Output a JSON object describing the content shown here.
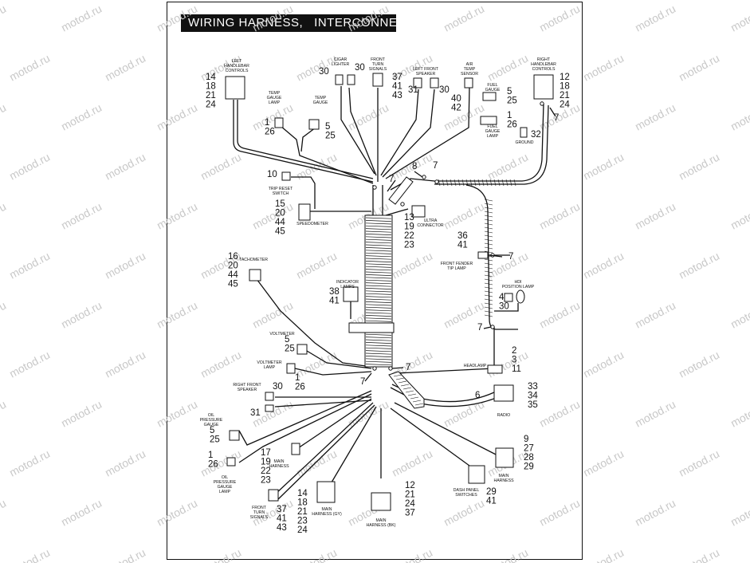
{
  "title": "WIRING HARNESS,   INTERCONNECT",
  "watermark": "motod.ru",
  "callouts": [
    {
      "id": "left-handlebar",
      "caption": [
        "LEFT",
        "HANDLEBAR",
        "CONTROLS"
      ],
      "numbers": [
        "14",
        "18",
        "21",
        "24"
      ]
    },
    {
      "id": "temp-gauge-lamp",
      "caption": [
        "TEMP",
        "GAUGE",
        "LAMP"
      ],
      "numbers": [
        "1",
        "26"
      ]
    },
    {
      "id": "temp-gauge",
      "caption": [
        "TEMP",
        "GAUGE"
      ],
      "numbers": [
        "5",
        "25"
      ]
    },
    {
      "id": "cigar-lighter",
      "caption": [
        "CIGAR",
        "LIGHTER"
      ],
      "numbers": [
        "30"
      ]
    },
    {
      "id": "cigar-lighter-b",
      "caption": [],
      "numbers": [
        "30"
      ]
    },
    {
      "id": "front-turn-signals-top",
      "caption": [
        "FRONT",
        "TURN",
        "SIGNALS"
      ],
      "numbers": [
        "37",
        "41",
        "43"
      ]
    },
    {
      "id": "left-front-speaker",
      "caption": [
        "LEFT FRONT",
        "SPEAKER"
      ],
      "numbers": [
        "31"
      ]
    },
    {
      "id": "left-front-speaker-b",
      "caption": [],
      "numbers": [
        "30"
      ]
    },
    {
      "id": "air-temp-sensor",
      "caption": [
        "AIR",
        "TEMP",
        "SENSOR"
      ],
      "numbers": [
        "40",
        "42"
      ]
    },
    {
      "id": "fuel-gauge",
      "caption": [
        "FUEL",
        "GAUGE"
      ],
      "numbers": [
        "5",
        "25"
      ]
    },
    {
      "id": "fuel-gauge-lamp",
      "caption": [
        "FUEL",
        "GAUGE",
        "LAMP"
      ],
      "numbers": [
        "1",
        "26"
      ]
    },
    {
      "id": "right-handlebar",
      "caption": [
        "RIGHT",
        "HANDLEBAR",
        "CONTROLS"
      ],
      "numbers": [
        "12",
        "18",
        "21",
        "24"
      ]
    },
    {
      "id": "ground",
      "caption": [
        "GROUND"
      ],
      "numbers": [
        "32"
      ]
    },
    {
      "id": "trip-reset",
      "caption": [
        "TRIP RESET",
        "SWITCH"
      ],
      "numbers": [
        "10"
      ]
    },
    {
      "id": "speedometer",
      "caption": [
        "SPEEDOMETER"
      ],
      "numbers": [
        "15",
        "20",
        "44",
        "45"
      ]
    },
    {
      "id": "ultra-connector",
      "caption": [
        "ULTRA",
        "CONNECTOR"
      ],
      "numbers": [
        "13",
        "19",
        "22",
        "23"
      ]
    },
    {
      "id": "front-fender-tip-lamp",
      "caption": [
        "FRONT FENDER",
        "TIP LAMP"
      ],
      "numbers": [
        "36",
        "41"
      ]
    },
    {
      "id": "tachometer",
      "caption": [
        "TACHOMETER"
      ],
      "numbers": [
        "16",
        "20",
        "44",
        "45"
      ]
    },
    {
      "id": "indicator-lamps",
      "caption": [
        "INDICATOR",
        "LAMPS"
      ],
      "numbers": [
        "38",
        "41"
      ]
    },
    {
      "id": "hdi-position-lamp",
      "caption": [
        "HDI",
        "POSITION LAMP"
      ],
      "numbers": [
        "4",
        "30"
      ]
    },
    {
      "id": "voltmeter",
      "caption": [
        "VOLTMETER"
      ],
      "numbers": [
        "5",
        "25"
      ]
    },
    {
      "id": "voltmeter-lamp",
      "caption": [
        "VOLTMETER",
        "LAMP"
      ],
      "numbers": [
        "1",
        "26"
      ]
    },
    {
      "id": "headlamp",
      "caption": [
        "HEADLAMP"
      ],
      "numbers": [
        "2",
        "3",
        "11"
      ]
    },
    {
      "id": "right-front-speaker",
      "caption": [
        "RIGHT FRONT",
        "SPEAKER"
      ],
      "numbers": [
        "30"
      ]
    },
    {
      "id": "right-front-speaker-b",
      "caption": [],
      "numbers": [
        "31"
      ]
    },
    {
      "id": "radio",
      "caption": [
        "RADIO"
      ],
      "numbers": [
        "6"
      ]
    },
    {
      "id": "radio-b",
      "caption": [],
      "numbers": [
        "33",
        "34",
        "35"
      ]
    },
    {
      "id": "oil-pressure-gauge",
      "caption": [
        "OIL",
        "PRESSURE",
        "GAUGE"
      ],
      "numbers": [
        "5",
        "25"
      ]
    },
    {
      "id": "oil-pressure-gauge-lamp",
      "caption": [
        "OIL",
        "PRESSURE",
        "GAUGE",
        "LAMP"
      ],
      "numbers": [
        "1",
        "26"
      ]
    },
    {
      "id": "main-harness-1",
      "caption": [
        "MAIN",
        "HARNESS"
      ],
      "numbers": [
        "17",
        "19",
        "22",
        "23"
      ]
    },
    {
      "id": "main-harness-right",
      "caption": [
        "MAIN",
        "HARNESS"
      ],
      "numbers": [
        "9",
        "27",
        "28",
        "29"
      ]
    },
    {
      "id": "dash-panel-switches",
      "caption": [
        "DASH PANEL",
        "SWITCHES"
      ],
      "numbers": [
        "29",
        "41"
      ]
    },
    {
      "id": "front-turn-signals-bottom",
      "caption": [
        "FRONT",
        "TURN",
        "SIGNALS"
      ],
      "numbers": [
        "37",
        "41",
        "43"
      ]
    },
    {
      "id": "main-harness-gy",
      "caption": [
        "MAIN",
        "HARNESS (GY)"
      ],
      "numbers": [
        "14",
        "18",
        "21",
        "23",
        "24"
      ]
    },
    {
      "id": "main-harness-bk",
      "caption": [
        "MAIN",
        "HARNESS (BK)"
      ],
      "numbers": [
        "12",
        "21",
        "24",
        "37"
      ]
    }
  ],
  "clip_labels": [
    {
      "id": "clip-top-center",
      "text": "7"
    },
    {
      "id": "clip-top-8",
      "text": "8"
    },
    {
      "id": "clip-top-7b",
      "text": "7"
    },
    {
      "id": "clip-right-handlebar",
      "text": "7"
    },
    {
      "id": "clip-fender",
      "text": "7"
    },
    {
      "id": "clip-headlamp",
      "text": "7"
    },
    {
      "id": "clip-bottom-center",
      "text": "7"
    },
    {
      "id": "clip-bottom-left",
      "text": "7"
    }
  ]
}
